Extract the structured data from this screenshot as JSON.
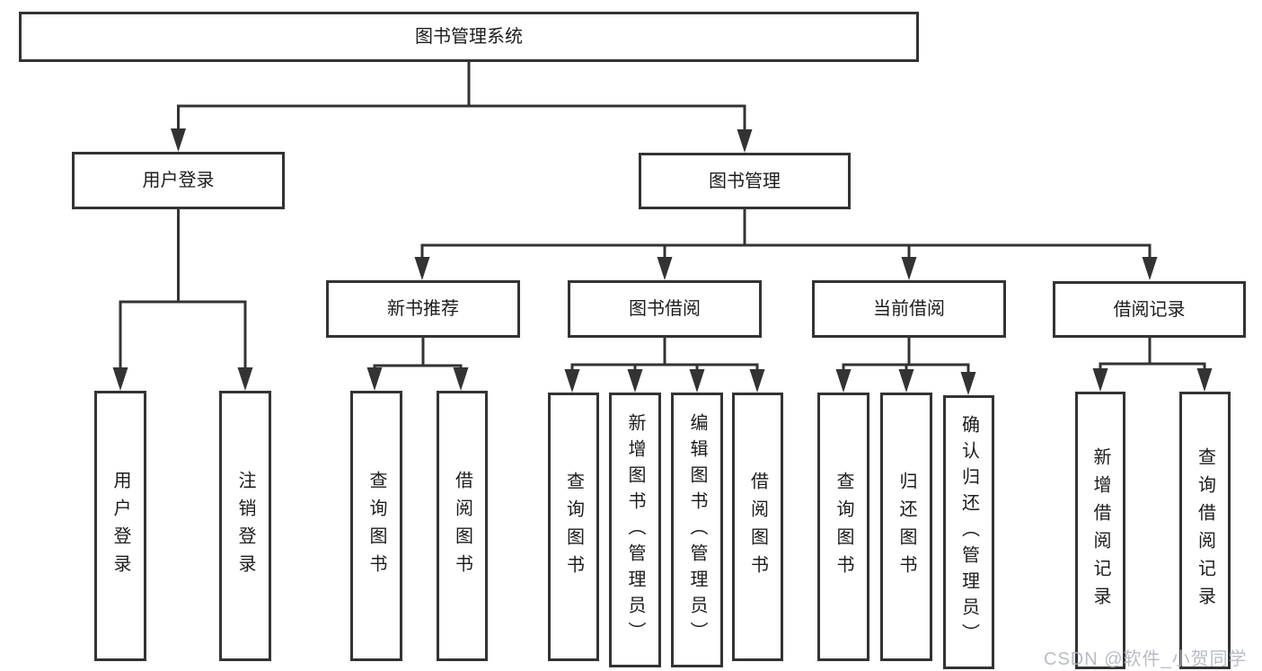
{
  "diagram": {
    "root": {
      "label": "图书管理系统"
    },
    "branches": [
      {
        "label": "用户登录",
        "children": [
          {
            "label": "用户登录"
          },
          {
            "label": "注销登录"
          }
        ]
      },
      {
        "label": "图书管理",
        "children": [
          {
            "label": "新书推荐",
            "children": [
              {
                "label": "查询图书"
              },
              {
                "label": "借阅图书"
              }
            ]
          },
          {
            "label": "图书借阅",
            "children": [
              {
                "label": "查询图书"
              },
              {
                "label": "新增图书（管理员）"
              },
              {
                "label": "编辑图书（管理员）"
              },
              {
                "label": "借阅图书"
              }
            ]
          },
          {
            "label": "当前借阅",
            "children": [
              {
                "label": "查询图书"
              },
              {
                "label": "归还图书"
              },
              {
                "label": "确认归还（管理员）"
              }
            ]
          },
          {
            "label": "借阅记录",
            "children": [
              {
                "label": "新增借阅记录"
              },
              {
                "label": "查询借阅记录"
              }
            ]
          }
        ]
      }
    ]
  },
  "watermark": {
    "text": "CSDN @软件_小贺同学"
  },
  "colors": {
    "line": "#333333",
    "text": "#1c1c1c",
    "watermark": "#b0b5bf",
    "background": "#ffffff"
  }
}
